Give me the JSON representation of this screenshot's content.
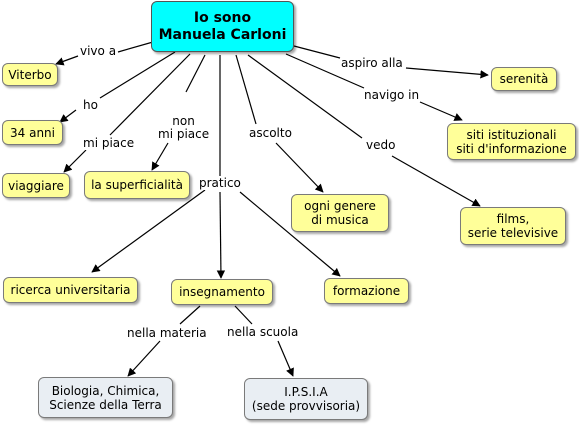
{
  "root": {
    "label": "Io sono\nManuela Carloni"
  },
  "nodes": {
    "viterbo": "Viterbo",
    "age": "34 anni",
    "viaggiare": "viaggiare",
    "superficialita": "la superficialità",
    "serenita": "serenità",
    "siti": "siti istituzionali\nsiti d'informazione",
    "musica": "ogni genere\ndi musica",
    "films": "films,\nserie televisive",
    "ricerca": "ricerca universitaria",
    "insegnamento": "insegnamento",
    "formazione": "formazione",
    "materie": "Biologia, Chimica,\nScienze della Terra",
    "ipsia": "I.P.S.I.A\n(sede provvisoria)"
  },
  "links": {
    "vivo_a": "vivo a",
    "ho": "ho",
    "mi_piace": "mi piace",
    "non_mi_piace": "non\nmi piace",
    "pratico": "pratico",
    "ascolto": "ascolto",
    "vedo": "vedo",
    "aspiro_alla": "aspiro alla",
    "navigo_in": "navigo in",
    "nella_materia": "nella materia",
    "nella_scuola": "nella scuola"
  },
  "colors": {
    "root": "#00ffff",
    "concept": "#ffff99",
    "leaf": "#e9eef3"
  }
}
